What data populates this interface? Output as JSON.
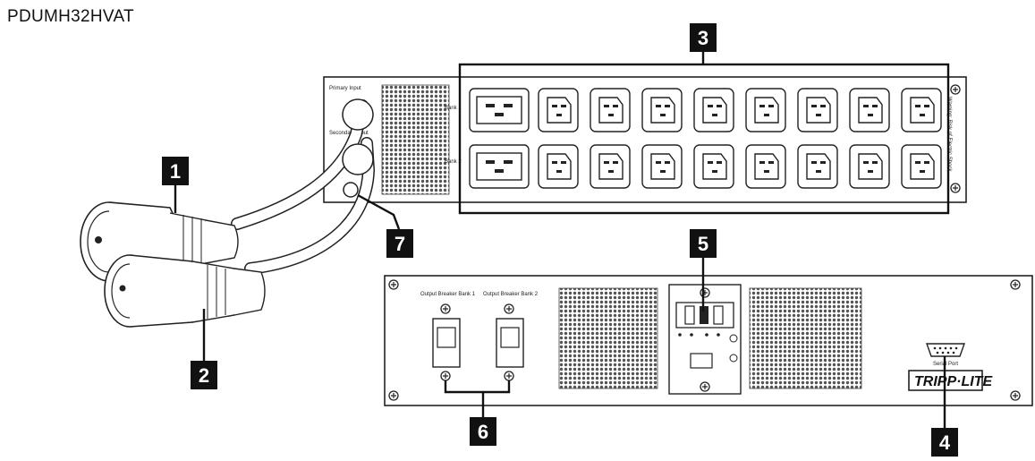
{
  "title": "PDUMH32HVAT",
  "callouts": [
    "1",
    "2",
    "3",
    "4",
    "5",
    "6",
    "7"
  ],
  "labels": {
    "input_a": "Primary Input",
    "input_b": "Secondary Input",
    "bank_1": "Bank 1",
    "bank_2": "Bank 2",
    "side_text": "Warning: Risk of Electric Shock",
    "breaker_1": "Output Breaker Bank 1",
    "breaker_2": "Output Breaker Bank 2",
    "serial_port": "Serial Port",
    "brand": "TRIPP·LITE"
  }
}
